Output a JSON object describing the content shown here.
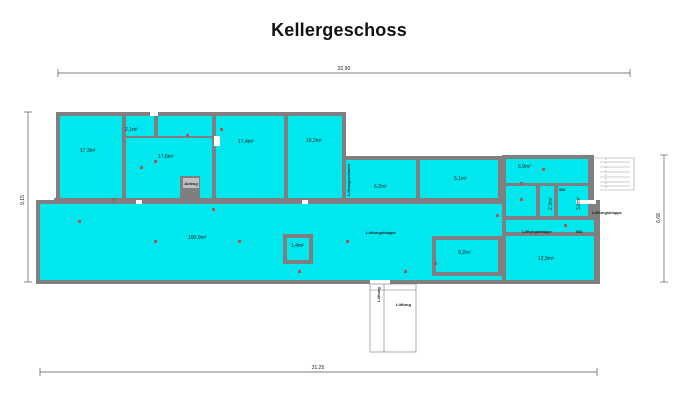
{
  "title": "Kellergeschoss",
  "colors": {
    "room": "#00e8ee",
    "wall": "#7f7f7f",
    "dim": "#555555",
    "bg": "#ffffff"
  },
  "dimensions": {
    "top": "32,90",
    "bottom": "31,25",
    "left": "9,15",
    "right": "6,68"
  },
  "rooms": {
    "r1": "17,3m²",
    "r2": "2,1m²",
    "r3": "17,6m²",
    "r4": "17,4m²",
    "r5": "16,2m²",
    "r6": "6,2m²",
    "r7": "5,1m²",
    "r8": "6,9m²",
    "r9": "2,3m²",
    "r10": "3,8m²",
    "r11": "100,0m²",
    "r12": "1,4m²",
    "r13": "9,2m²",
    "r14": "12,9m²"
  },
  "labels": {
    "aufzug": "Aufzug",
    "lueftungsschacht": "Lüftungsschacht",
    "lueftungsklappe1": "Lüftungsklappe",
    "lueftungsklappe2": "Lüftungsklappe",
    "lueftungsklappe3": "Lüftungsklappe",
    "wa1": "WA",
    "wa2": "WA",
    "lueftung_v": "Lüftung",
    "lueftung_h": "Lüftung"
  }
}
